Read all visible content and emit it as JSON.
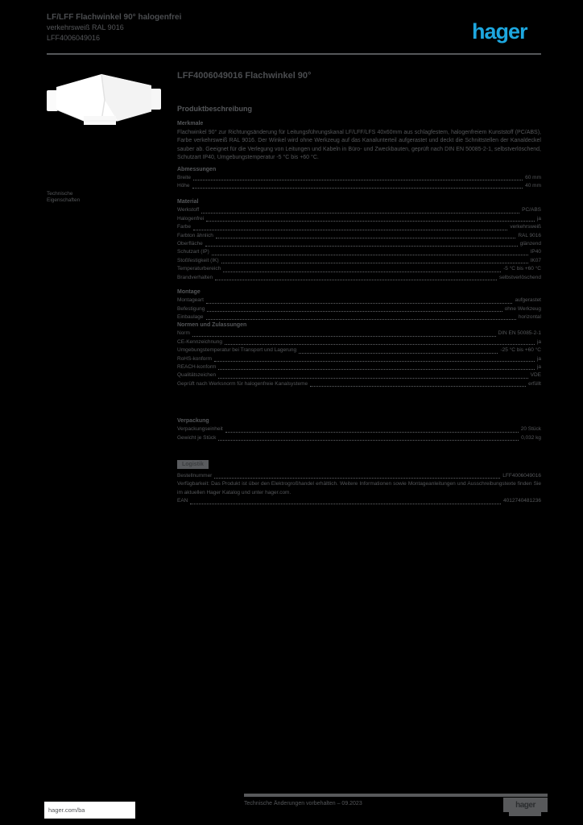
{
  "header": {
    "title_line1": "LF/LFF Flachwinkel 90° halogenfrei",
    "title_line2": "verkehrsweiß RAL 9016",
    "title_line3": "LFF4006049016",
    "brand": "hager",
    "brand_color": "#1da7df"
  },
  "side_label": {
    "line1": "Technische",
    "line2": "Eigenschaften"
  },
  "main": {
    "title": "LFF4006049016 Flachwinkel 90°",
    "subtitle": "Produktbeschreibung",
    "intro_label": "Merkmale",
    "description": "Flachwinkel 90° zur Richtungsänderung für Leitungsführungskanal LF/LFF/LFS 40x60mm aus schlagfestem, halogenfreiem Kunststoff (PC/ABS), Farbe verkehrsweiß RAL 9016. Der Winkel wird ohne Werkzeug auf das Kanalunterteil aufgerastet und deckt die Schnittstellen der Kanaldeckel sauber ab. Geeignet für die Verlegung von Leitungen und Kabeln in Büro- und Zweckbauten, geprüft nach DIN EN 50085-2-1, selbstverlöschend, Schutzart IP40, Umgebungstemperatur -5 °C bis +60 °C.",
    "sections": {
      "dimensions": {
        "heading": "Abmessungen",
        "rows": [
          {
            "label": "Breite",
            "value": "60 mm"
          },
          {
            "label": "Höhe",
            "value": "40 mm"
          }
        ]
      },
      "material": {
        "heading": "Material",
        "rows": [
          {
            "label": "Werkstoff",
            "value": "PC/ABS"
          },
          {
            "label": "Halogenfrei",
            "value": "ja"
          },
          {
            "label": "Farbe",
            "value": "verkehrsweiß"
          },
          {
            "label": "Farbton ähnlich",
            "value": "RAL 9016"
          },
          {
            "label": "Oberfläche",
            "value": "glänzend"
          },
          {
            "label": "Schutzart (IP)",
            "value": "IP40"
          },
          {
            "label": "Stoßfestigkeit (IK)",
            "value": "IK07"
          },
          {
            "label": "Temperaturbereich",
            "value": "-5 °C bis +60 °C"
          },
          {
            "label": "Brandverhalten",
            "value": "selbstverlöschend"
          }
        ]
      },
      "montage": {
        "heading": "Montage",
        "rows": [
          {
            "label": "Montageart",
            "value": "aufgerastet"
          },
          {
            "label": "Befestigung",
            "value": "ohne Werkzeug"
          },
          {
            "label": "Einbaulage",
            "value": "horizontal"
          }
        ]
      },
      "norms": {
        "heading": "Normen und Zulassungen",
        "rows": [
          {
            "label": "Norm",
            "value": "DIN EN 50085-2-1"
          },
          {
            "label": "CE-Kennzeichnung",
            "value": "ja"
          },
          {
            "label": "Umgebungstemperatur bei Transport und Lagerung",
            "value": "-25 °C bis +60 °C"
          },
          {
            "label": "RoHS-konform",
            "value": "ja"
          },
          {
            "label": "REACH-konform",
            "value": "ja"
          },
          {
            "label": "Qualitätszeichen",
            "value": "VDE"
          },
          {
            "label": "Geprüft nach Werksnorm für halogenfreie Kanalsysteme",
            "value": "erfüllt"
          }
        ]
      },
      "packaging": {
        "heading": "Verpackung",
        "rows": [
          {
            "label": "Verpackungseinheit",
            "value": "20 Stück"
          },
          {
            "label": "Gewicht je Stück",
            "value": "0,032 kg"
          }
        ]
      },
      "logistics": {
        "badge": "Logistik",
        "rows": [
          {
            "label": "Bestellnummer",
            "value": "LFF4006049016"
          },
          {
            "label": "Verfügbarkeit: Das Produkt ist über den Elektrogroßhandel erhältlich. Weitere Informationen sowie Montageanleitungen und Ausschreibungstexte finden Sie im aktuellen Hager Katalog und unter hager.com."
          },
          {
            "label": "EAN",
            "value": "4012740481236"
          }
        ]
      }
    }
  },
  "footer": {
    "link": "hager.com/ba",
    "center_text": "Technische Änderungen vorbehalten – 09.2023",
    "brand": "hager"
  }
}
